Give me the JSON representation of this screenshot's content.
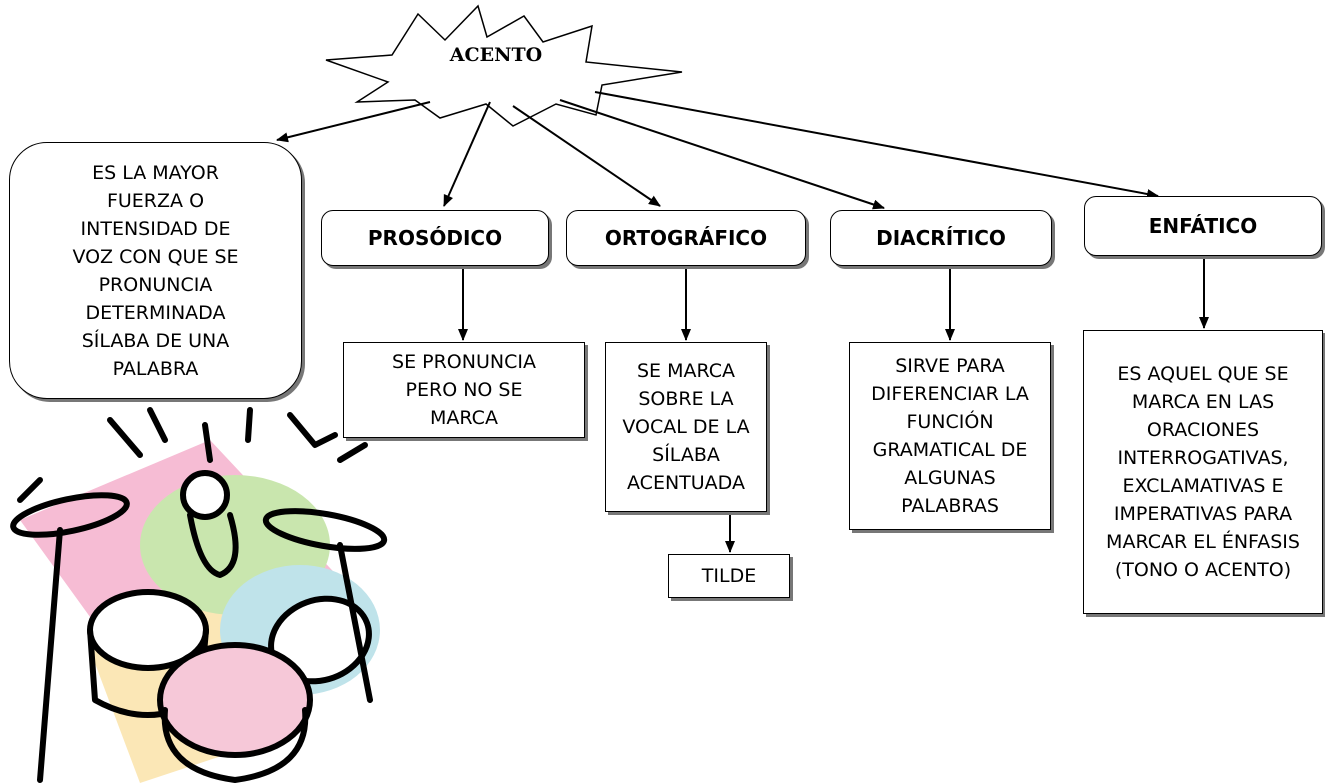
{
  "root": {
    "label": "ACENTO"
  },
  "definition": {
    "text": "ES LA MAYOR FUERZA  O INTENSIDAD DE VOZ CON QUE SE PRONUNCIA DETERMINADA SÍLABA DE UNA PALABRA"
  },
  "categories": [
    {
      "label": "PROSÓDICO",
      "description": "SE PRONUNCIA PERO NO SE MARCA"
    },
    {
      "label": "ORTOGRÁFICO",
      "description": "SE MARCA SOBRE LA VOCAL DE LA SÍLABA ACENTUADA",
      "child": "TILDE"
    },
    {
      "label": "DIACRÍTICO",
      "description": "SIRVE PARA DIFERENCIAR LA FUNCIÓN GRAMATICAL DE ALGUNAS PALABRAS"
    },
    {
      "label": "ENFÁTICO",
      "description": "ES AQUEL QUE SE MARCA EN LAS ORACIONES INTERROGATIVAS, EXCLAMATIVAS E IMPERATIVAS PARA MARCAR EL ÉNFASIS (TONO O ACENTO)"
    }
  ],
  "clipart": {
    "icon": "drum-kit-icon"
  }
}
